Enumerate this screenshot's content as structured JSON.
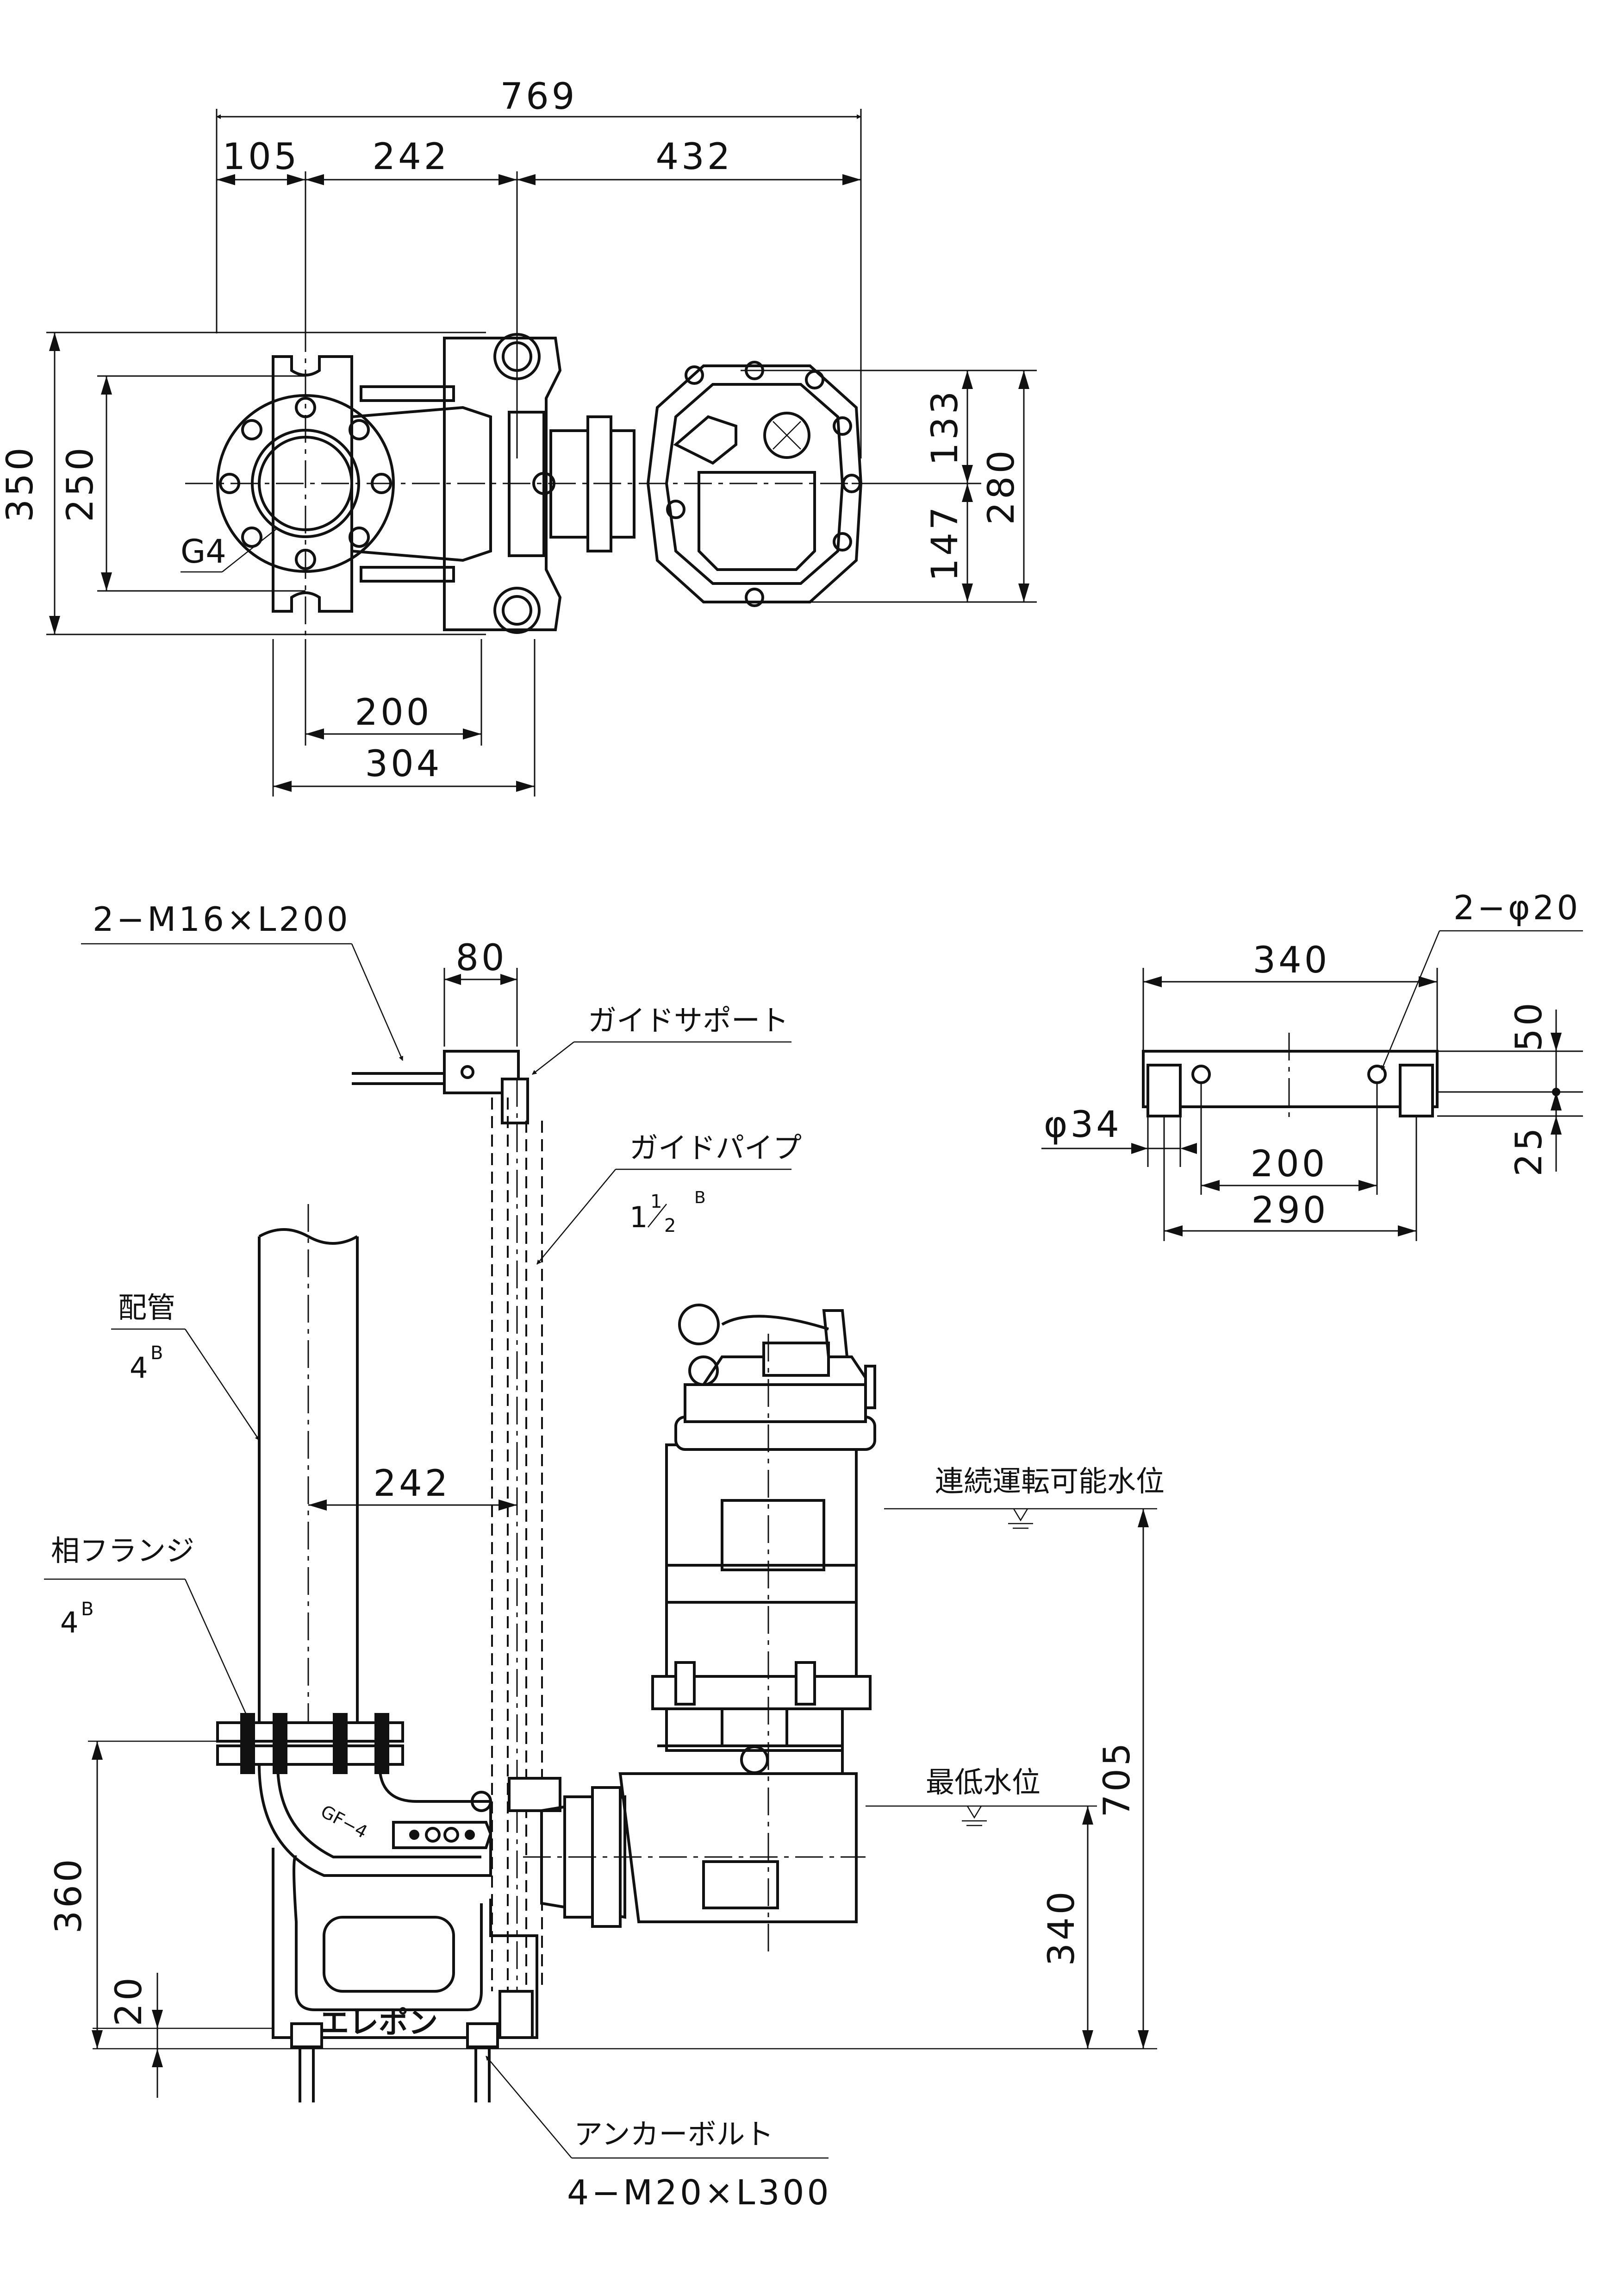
{
  "top_view": {
    "dims": {
      "overall_length": "769",
      "flange_offset": "105",
      "to_guide_center": "242",
      "to_pump_center": "432",
      "overall_width": "350",
      "bolt_pitch": "250",
      "pump_upper": "133",
      "pump_lower": "147",
      "pump_width": "280",
      "base_bolt_span": "200",
      "base_width": "304"
    },
    "flange_label": "G4"
  },
  "side_view": {
    "bolt_label": "2−M16×L200",
    "support_offset": "80",
    "guide_support": "ガイドサポート",
    "guide_pipe": "ガイドパイプ",
    "guide_pipe_size_whole": "1",
    "guide_pipe_size_num": "1",
    "guide_pipe_size_den": "2",
    "guide_pipe_size_sup": "B",
    "piping": "配管",
    "piping_size": "4",
    "piping_size_sup": "B",
    "pipe_center_offset": "242",
    "mating_flange": "相フランジ",
    "mating_flange_size": "4",
    "mating_flange_size_sup": "B",
    "continuous_level": "連続運転可能水位",
    "min_level": "最低水位",
    "height_outlet": "360",
    "base_thickness": "20",
    "height_min_level": "340",
    "height_continuous": "705",
    "coupling_label": "GF−4",
    "logo_text": "エレポン",
    "anchor_bolt": "アンカーボルト",
    "anchor_spec": "4−M20×L300"
  },
  "bracket_view": {
    "width": "340",
    "hole_label": "2−φ20",
    "height_top": "50",
    "height_bottom": "25",
    "pipe_dia": "φ34",
    "hole_pitch": "200",
    "base_width": "290"
  }
}
